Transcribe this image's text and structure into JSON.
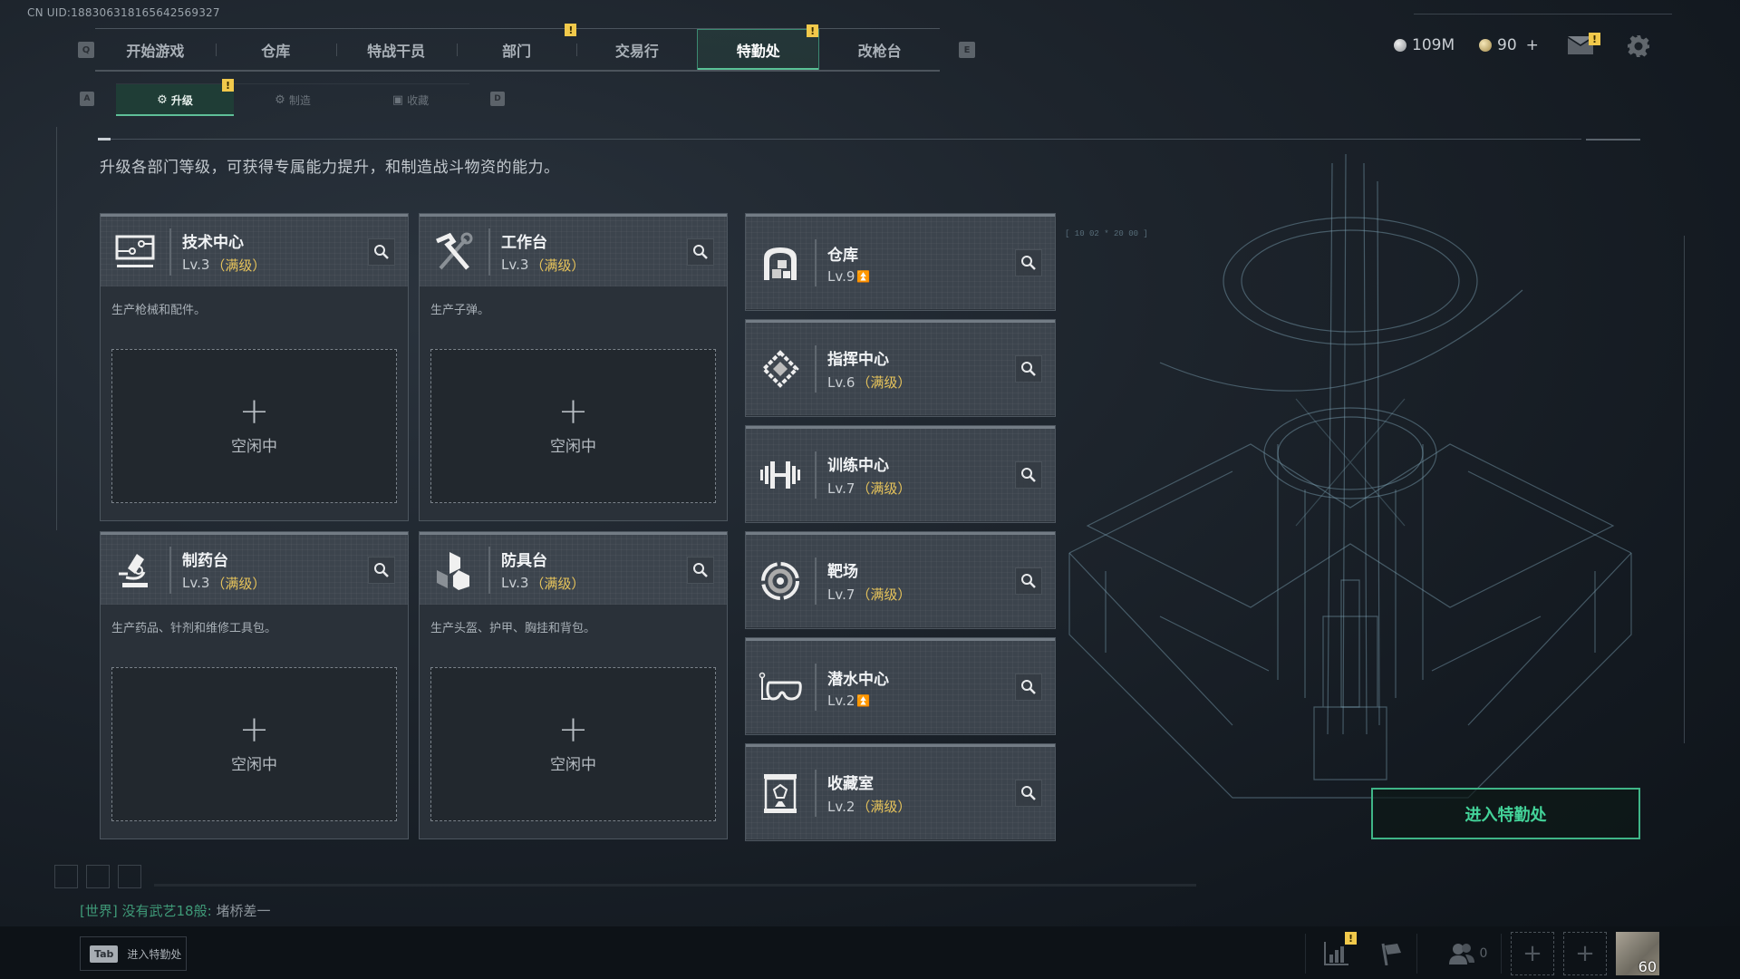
{
  "header": {
    "uid": "CN UID:1883063181656425693​27",
    "nav_left_key": "Q",
    "nav_right_key": "E",
    "tabs": [
      {
        "label": "开始游戏",
        "active": false,
        "alert": false
      },
      {
        "label": "仓库",
        "active": false,
        "alert": false
      },
      {
        "label": "特战干员",
        "active": false,
        "alert": false
      },
      {
        "label": "部门",
        "active": false,
        "alert": true
      },
      {
        "label": "交易行",
        "active": false,
        "alert": false
      },
      {
        "label": "特勤处",
        "active": true,
        "alert": true
      },
      {
        "label": "改枪台",
        "active": false,
        "alert": false
      }
    ],
    "subnav_left_key": "A",
    "subnav_right_key": "D",
    "subtabs": [
      {
        "label": "升级",
        "icon": "upgrade-gear-icon",
        "active": true,
        "alert": true
      },
      {
        "label": "制造",
        "icon": "craft-gear-icon",
        "active": false,
        "alert": false
      },
      {
        "label": "收藏",
        "icon": "collection-icon",
        "active": false,
        "alert": false
      }
    ],
    "currency": {
      "silver": "109M",
      "gold": "90",
      "gold_add": "+"
    },
    "alert_glyph": "!"
  },
  "page": {
    "description": "升级各部门等级，可获得专属能力提升，和制造战斗物资的能力。",
    "max_label": "（满级）"
  },
  "production_cards": [
    {
      "name": "技术中心",
      "level": "Lv.3",
      "maxed": true,
      "icon": "computer-icon",
      "desc": "生产枪械和配件。",
      "slot_status": "空闲中"
    },
    {
      "name": "工作台",
      "level": "Lv.3",
      "maxed": true,
      "icon": "hammer-wrench-icon",
      "desc": "生产子弹。",
      "slot_status": "空闲中"
    },
    {
      "name": "制药台",
      "level": "Lv.3",
      "maxed": true,
      "icon": "microscope-icon",
      "desc": "生产药品、针剂和维修工具包。",
      "slot_status": "空闲中"
    },
    {
      "name": "防具台",
      "level": "Lv.3",
      "maxed": true,
      "icon": "armor-blocks-icon",
      "desc": "生产头盔、护甲、胸挂和背包。",
      "slot_status": "空闲中"
    }
  ],
  "facility_cards": [
    {
      "name": "仓库",
      "level": "Lv.9",
      "maxed": false,
      "upgradable": true,
      "icon": "warehouse-icon"
    },
    {
      "name": "指挥中心",
      "level": "Lv.6",
      "maxed": true,
      "upgradable": false,
      "icon": "chip-icon"
    },
    {
      "name": "训练中心",
      "level": "Lv.7",
      "maxed": true,
      "upgradable": false,
      "icon": "dumbbell-icon"
    },
    {
      "name": "靶场",
      "level": "Lv.7",
      "maxed": true,
      "upgradable": false,
      "icon": "target-icon"
    },
    {
      "name": "潜水中心",
      "level": "Lv.2",
      "maxed": false,
      "upgradable": true,
      "icon": "diving-mask-icon"
    },
    {
      "name": "收藏室",
      "level": "Lv.2",
      "maxed": true,
      "upgradable": false,
      "icon": "display-case-icon"
    }
  ],
  "plus_glyph": "+",
  "upgrade_glyph": "⌃",
  "enter_button": "进入特勤处",
  "chat": {
    "channel": "[世界]",
    "sender": "没有武艺18般:",
    "message": "堵桥差一"
  },
  "bottom": {
    "tab_key": "Tab",
    "tab_action": "进入特勤处",
    "friends_count": "0",
    "player_level": "60"
  },
  "colors": {
    "accent_green": "#43d399",
    "alert_yellow": "#f1c94b",
    "maxed_gold": "#e6c35b"
  }
}
